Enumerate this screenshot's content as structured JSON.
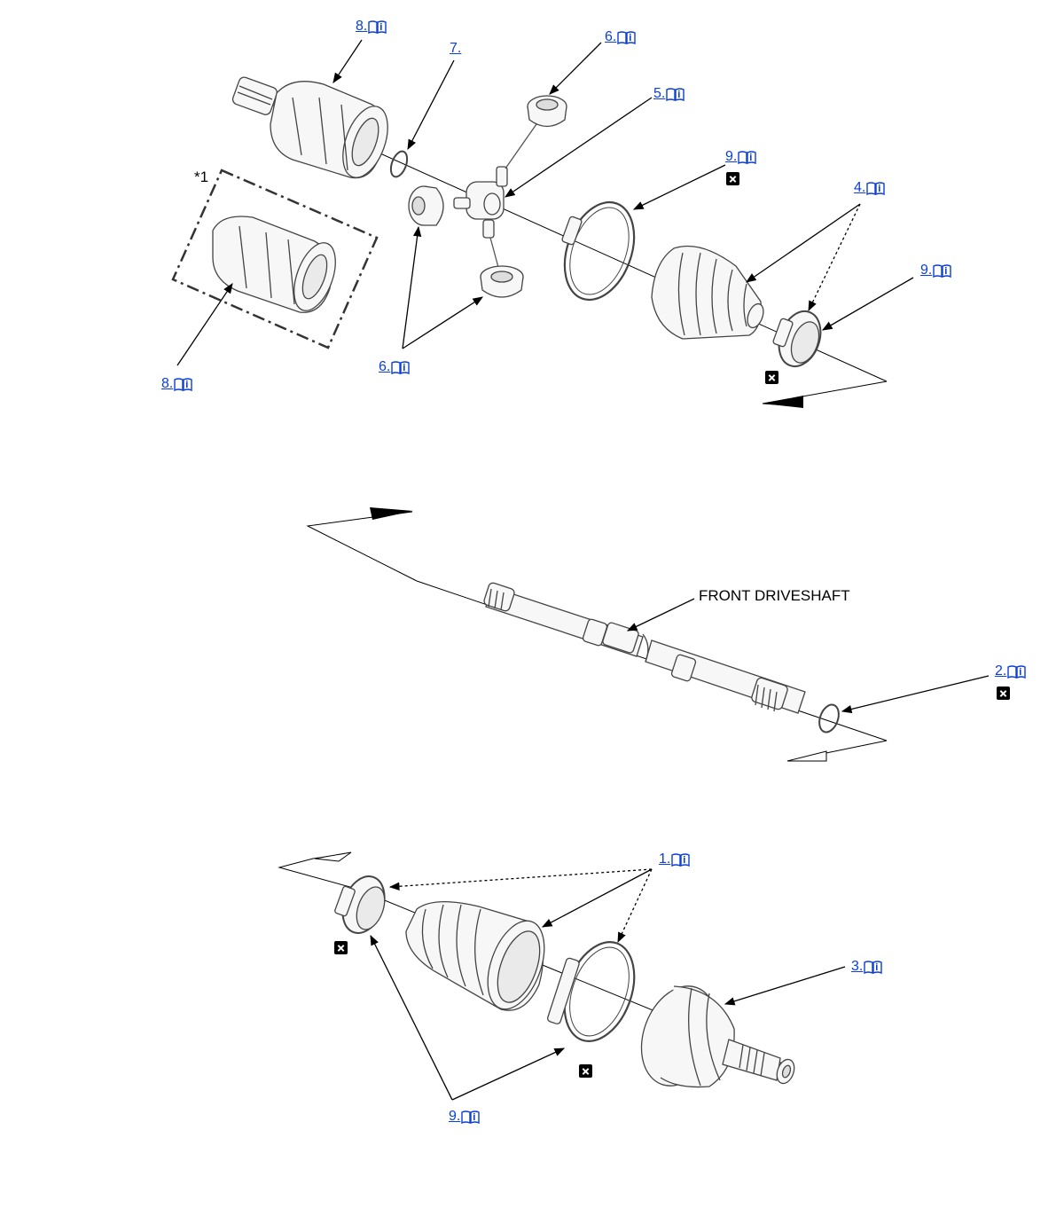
{
  "callouts": {
    "c8_top": "8.",
    "c7": "7.",
    "c6_top": "6.",
    "c5": "5.",
    "c9_boot": "9.",
    "c4": "4.",
    "c9_clamp": "9.",
    "c6_bottom": "6.",
    "c8_bottom": "8.",
    "c2": "2.",
    "c1": "1.",
    "c3": "3.",
    "c9_lower": "9."
  },
  "labels": {
    "note_1": "*1",
    "front_driveshaft": "FRONT DRIVESHAFT"
  },
  "icons": {
    "manual": "manual-book-icon",
    "replace": "replace-x-icon"
  },
  "colors": {
    "link": "#0b3fd6",
    "line": "#000000",
    "part_outline": "#444444",
    "part_fill": "#f7f7f7"
  }
}
